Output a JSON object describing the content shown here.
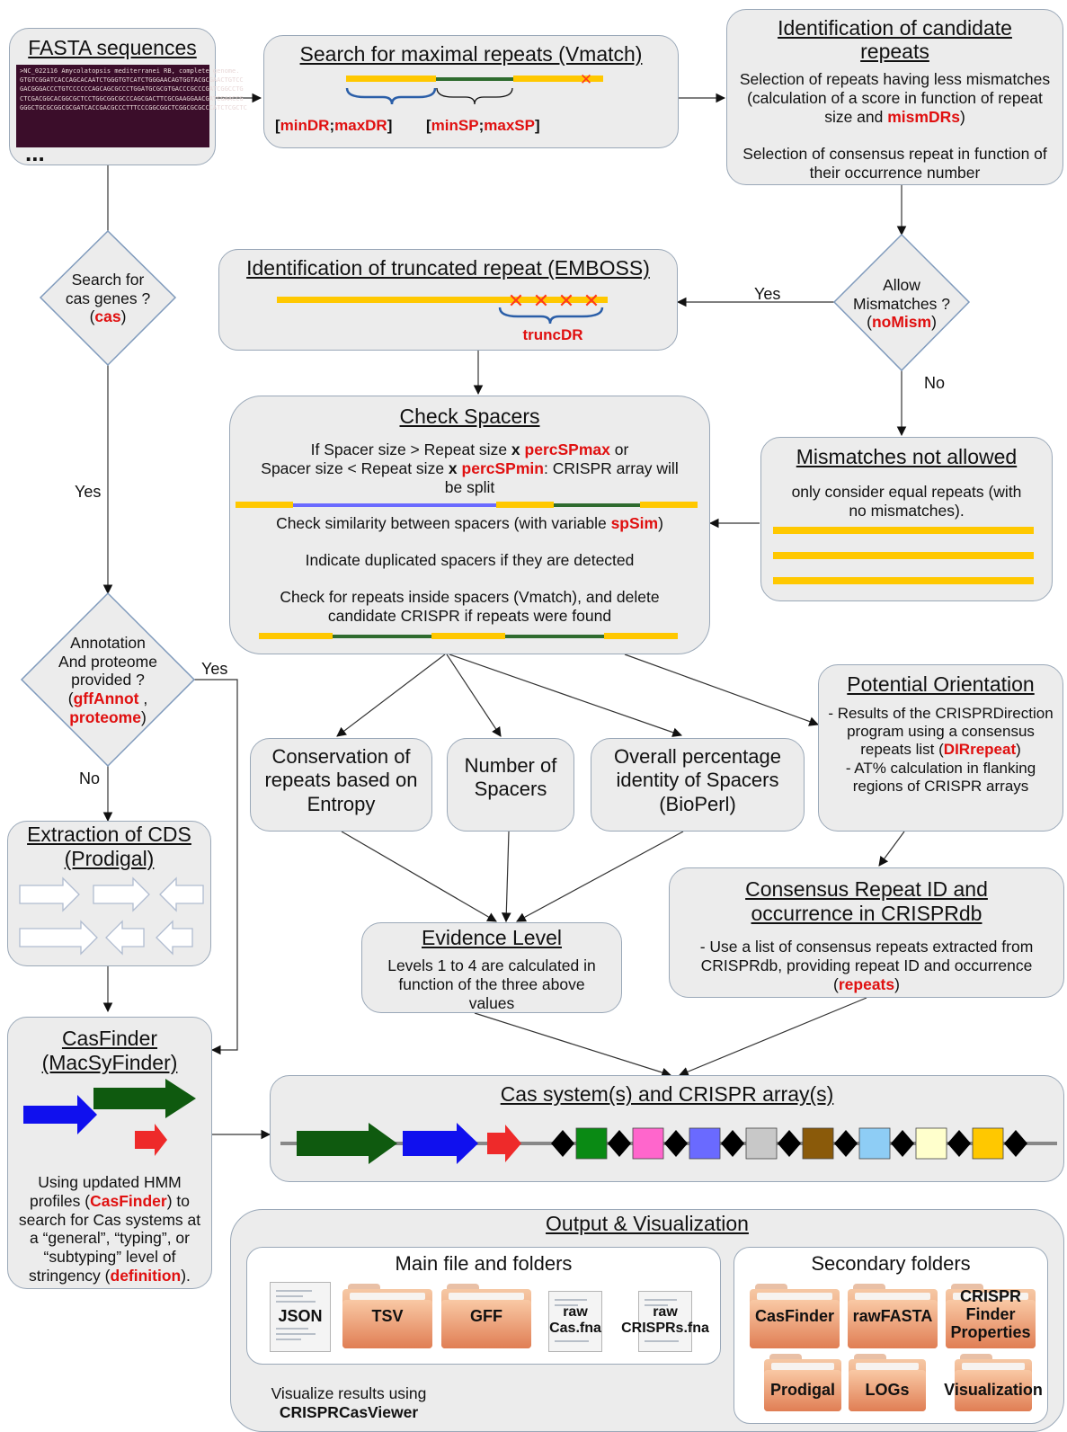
{
  "fasta": {
    "title": "FASTA sequences",
    "lines": [
      ">NC_022116 Amycolatopsis mediterranei RB, complete genome.",
      "GTGTCGGATCACCAGCACAATCTGGGTGTCATCTGGGAACAGTGGTACGCGAACTGTCC",
      "GACGGGACCCTGTCCCCCCAGCAGCGCCCTGGATGCGCGTGACCCGCCCGATCGGCCTG",
      "CTCGACGGCACGGCGCTCCTGGCGGCGCCCAGCGACTTCGCGAAGGAACGATCGAACCG",
      "GGGCTGCGCGGCGCGATCACCGACGCCCTTTCCCGGCGGCTCGGCGCGCCCATCTCGCTC"
    ],
    "ellipsis": "..."
  },
  "vmatch": {
    "title": "Search for maximal repeats (Vmatch)",
    "dr_open": "[",
    "dr_min": "minDR",
    "dr_sep": ";",
    "dr_max": "maxDR",
    "dr_close": "]",
    "sp_open": "[",
    "sp_min": "minSP",
    "sp_sep": ";",
    "sp_max": "maxSP",
    "sp_close": "]"
  },
  "candidates": {
    "title": "Identification of candidate repeats",
    "body1_a": "Selection of repeats having less mismatches (calculation of a score in function of repeat size and ",
    "body1_var": "mismDRs",
    "body1_b": ")",
    "body2": "Selection of consensus repeat in function of their occurrence number"
  },
  "cas_decision": {
    "line1": "Search for",
    "line2": "cas genes ?",
    "open": "(",
    "var": "cas",
    "close": ")"
  },
  "mism_decision": {
    "line1": "Allow",
    "line2": "Mismatches ?",
    "open": "(",
    "var": "noMism",
    "close": ")"
  },
  "truncated": {
    "title": "Identification of truncated repeat (EMBOSS)",
    "var": "truncDR"
  },
  "labels": {
    "yes": "Yes",
    "no": "No"
  },
  "check_spacers": {
    "title": "Check Spacers",
    "p1_a": "If Spacer size > Repeat size ",
    "p1_x1": "x",
    "p1_var1": "percSPmax",
    "p1_b": " or",
    "p1_c": "Spacer size < Repeat size ",
    "p1_x2": "x",
    "p1_var2": "percSPmin",
    "p1_d": ": CRISPR array will be split",
    "p2_a": "Check similarity between spacers (with variable ",
    "p2_var": "spSim",
    "p2_b": ")",
    "p3": "Indicate duplicated spacers if they are detected",
    "p4": "Check for repeats inside spacers (Vmatch), and delete candidate CRISPR if repeats were found"
  },
  "mismatches_not_allowed": {
    "title": "Mismatches not allowed",
    "body": "only consider equal repeats (with no mismatches)."
  },
  "annotation_decision": {
    "line1": "Annotation",
    "line2": "And proteome",
    "line3": "provided ?",
    "open": "(",
    "var1": "gffAnnot",
    "comma": " ,",
    "var2": "proteome",
    "close": ")"
  },
  "conservation": {
    "text": "Conservation of repeats based on Entropy"
  },
  "number_spacers": {
    "text": "Number of Spacers"
  },
  "overall_identity": {
    "text": "Overall percentage identity of Spacers (BioPerl)"
  },
  "orientation": {
    "title": "Potential Orientation",
    "body_a": "- Results of the CRISPRDirection program using a consensus repeats list (",
    "body_var": "DIRrepeat",
    "body_b": ")",
    "body_c": "- AT% calculation in flanking regions of CRISPR arrays"
  },
  "prodigal": {
    "title1": "Extraction of CDS",
    "title2": "(Prodigal)"
  },
  "evidence": {
    "title": "Evidence Level",
    "body": "Levels 1 to 4 are calculated in function of the three above values"
  },
  "crisprdb": {
    "title1": "Consensus Repeat ID and",
    "title2": "occurrence in CRISPRdb",
    "body_a": "- Use a list of consensus repeats extracted from CRISPRdb, providing repeat ID and occurrence",
    "body_open": "(",
    "body_var": "repeats",
    "body_close": ")"
  },
  "casfinder": {
    "title1": "CasFinder",
    "title2": "(MacSyFinder)",
    "body_a": "Using updated HMM profiles (",
    "body_var1": "CasFinder",
    "body_b": ") to search for Cas systems at a “general”, “typing”, or “subtyping” level of stringency (",
    "body_var2": "definition",
    "body_c": ")."
  },
  "cas_system": {
    "title": "Cas system(s) and CRISPR array(s)",
    "spacer_colors": [
      "#0a8a14",
      "#ff66cc",
      "#6a6aff",
      "#c8c8c8",
      "#8a5a0a",
      "#8ecdf5",
      "#ffffcc",
      "#ffc800"
    ]
  },
  "output": {
    "title": "Output & Visualization",
    "main_title": "Main file and folders",
    "secondary_title": "Secondary folders",
    "json": "JSON",
    "tsv": "TSV",
    "gff": "GFF",
    "raw_cas_1": "raw",
    "raw_cas_2": "Cas.fna",
    "raw_crispr_1": "raw",
    "raw_crispr_2": "CRISPRs.fna",
    "sec_casfinder": "CasFinder",
    "sec_rawfasta": "rawFASTA",
    "sec_cfp_1": "CRISPR",
    "sec_cfp_2": "Finder",
    "sec_cfp_3": "Properties",
    "sec_prodigal": "Prodigal",
    "sec_logs": "LOGs",
    "sec_visualization": "Visualization",
    "visualize_a": "Visualize results using",
    "visualize_b": "CRISPRCasViewer"
  },
  "colors": {
    "repeat": "#ffc800",
    "spacer_green": "#2e6b2e",
    "spacer_blue": "#6a6aff",
    "red": "#e01010",
    "mismatch": "#ff3b1a"
  }
}
